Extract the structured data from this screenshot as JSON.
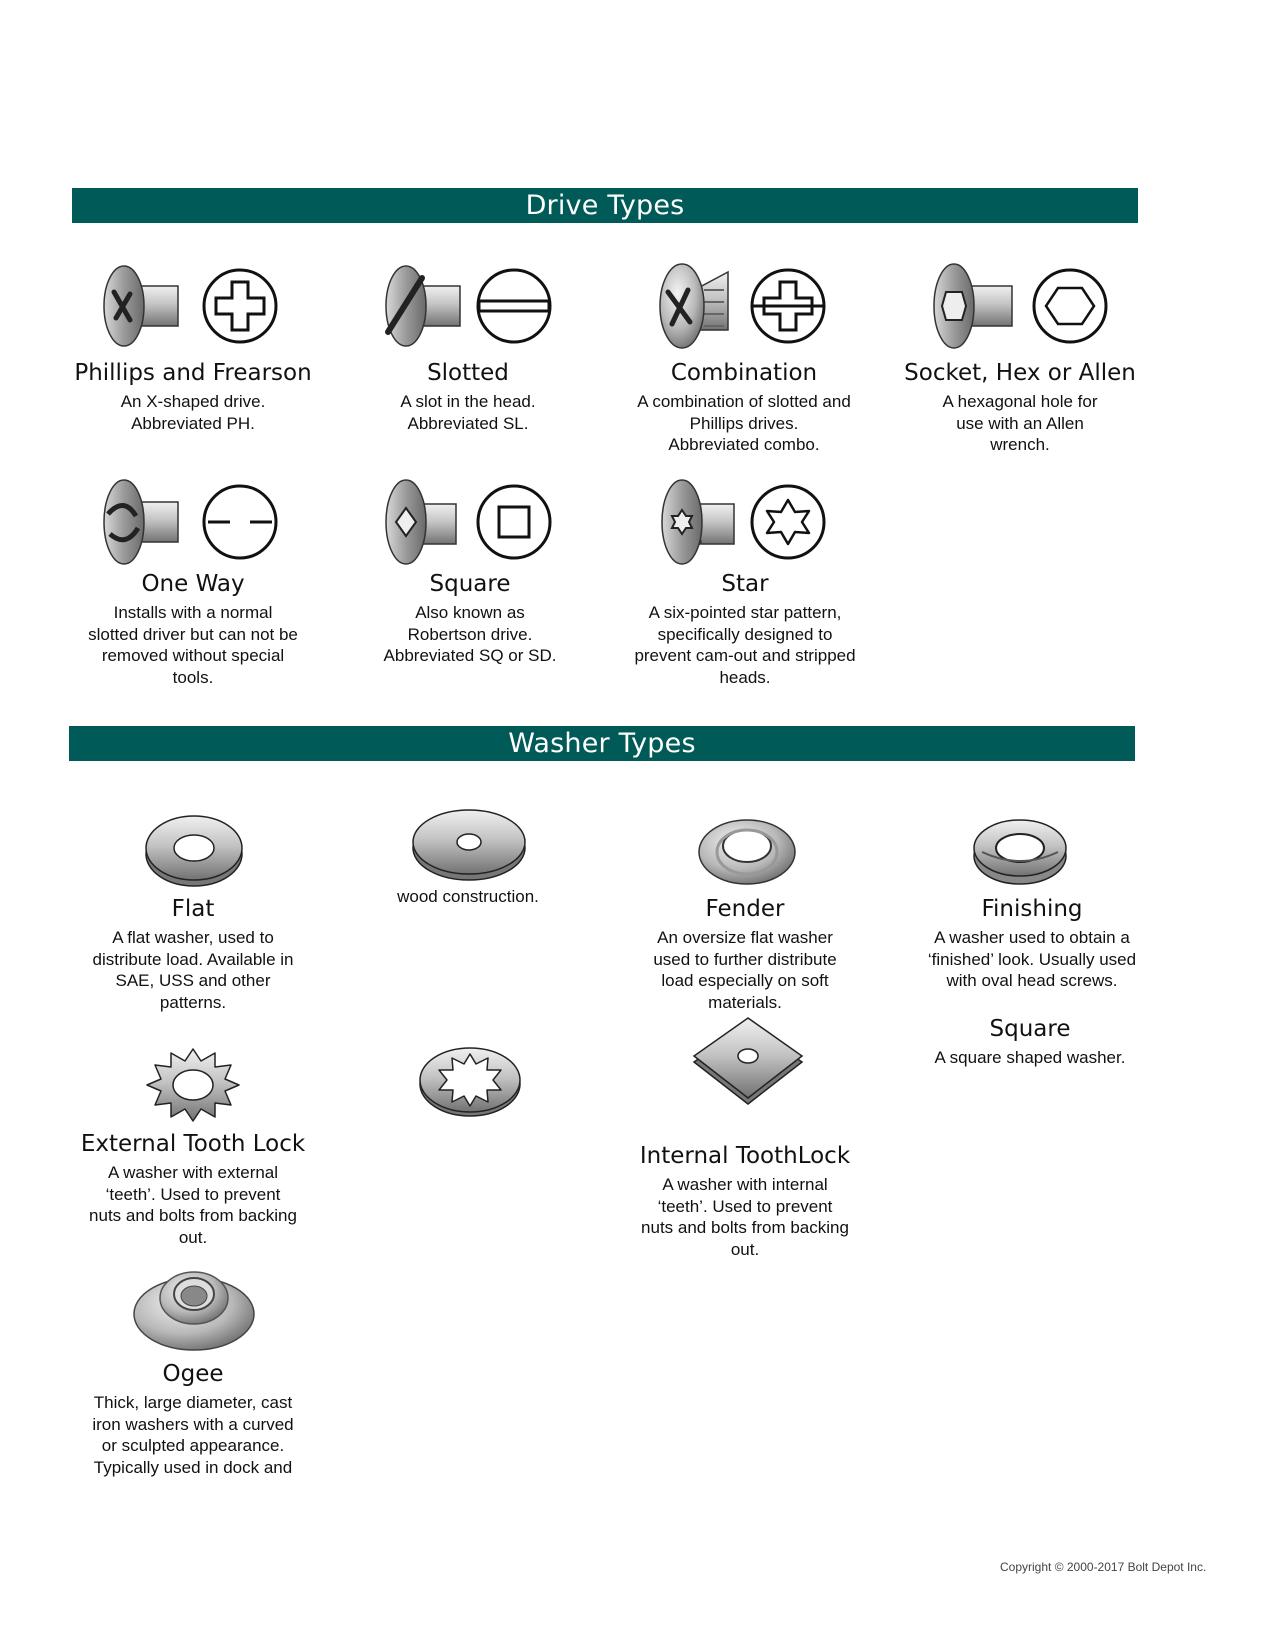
{
  "sections": {
    "drive_title": "Drive Types",
    "washer_title": "Washer Types"
  },
  "drive_types": [
    {
      "title": "Phillips and Frearson",
      "desc": "An X-shaped drive.\nAbbreviated PH.",
      "icon": "phillips-drive-icon"
    },
    {
      "title": "Slotted",
      "desc": "A slot in the head.\nAbbreviated SL.",
      "icon": "slotted-drive-icon"
    },
    {
      "title": "Combination",
      "desc": "A combination of slotted and\nPhillips drives.\nAbbreviated combo.",
      "icon": "combination-drive-icon"
    },
    {
      "title": "Socket, Hex or Allen",
      "desc": "A hexagonal hole for\nuse with an Allen\nwrench.",
      "icon": "hex-socket-drive-icon"
    },
    {
      "title": "One Way",
      "desc": "Installs with a normal\nslotted driver but can not be\nremoved without special\ntools.",
      "icon": "one-way-drive-icon"
    },
    {
      "title": "Square",
      "desc": "Also known as\nRobertson drive.\nAbbreviated SQ or SD.",
      "icon": "square-drive-icon"
    },
    {
      "title": "Star",
      "desc": "A six-pointed star pattern,\nspecifically designed to\nprevent cam-out and stripped\nheads.",
      "icon": "star-drive-icon"
    }
  ],
  "washer_types": [
    {
      "title": "Flat",
      "desc": "A flat washer, used to\ndistribute load. Available in\nSAE, USS and other\npatterns.",
      "icon": "flat-washer-icon"
    },
    {
      "title": "",
      "desc": "wood construction.",
      "icon": "wide-flat-washer-icon"
    },
    {
      "title": "Fender",
      "desc": "An oversize flat washer\nused to further distribute\nload especially on soft\nmaterials.",
      "icon": "fender-washer-icon"
    },
    {
      "title": "Finishing",
      "desc": "A washer used to obtain a\n‘finished’ look. Usually used\nwith oval head screws.",
      "icon": "finishing-washer-icon"
    },
    {
      "title": "Square",
      "desc": "A square shaped washer.",
      "icon": "square-washer-icon"
    },
    {
      "title": "External Tooth Lock",
      "desc": "A washer with external\n‘teeth’. Used to prevent\nnuts and bolts from backing\nout.",
      "icon": "external-tooth-lock-washer-icon"
    },
    {
      "title": "Internal ToothLock",
      "desc": "A washer with internal\n‘teeth’. Used to prevent\nnuts and bolts from backing\nout.",
      "icon": "internal-tooth-lock-washer-icon"
    },
    {
      "title": "Ogee",
      "desc": "Thick, large diameter, cast\niron washers with a curved\nor sculpted appearance.\nTypically used in dock and",
      "icon": "ogee-washer-icon"
    }
  ],
  "footer": {
    "copyright": "Copyright © 2000-2017 Bolt Depot Inc."
  },
  "colors": {
    "banner_bg": "#005a57",
    "banner_text": "#ffffff",
    "metal_light": "#e2e2e2",
    "metal_dark": "#6f6f6f"
  }
}
